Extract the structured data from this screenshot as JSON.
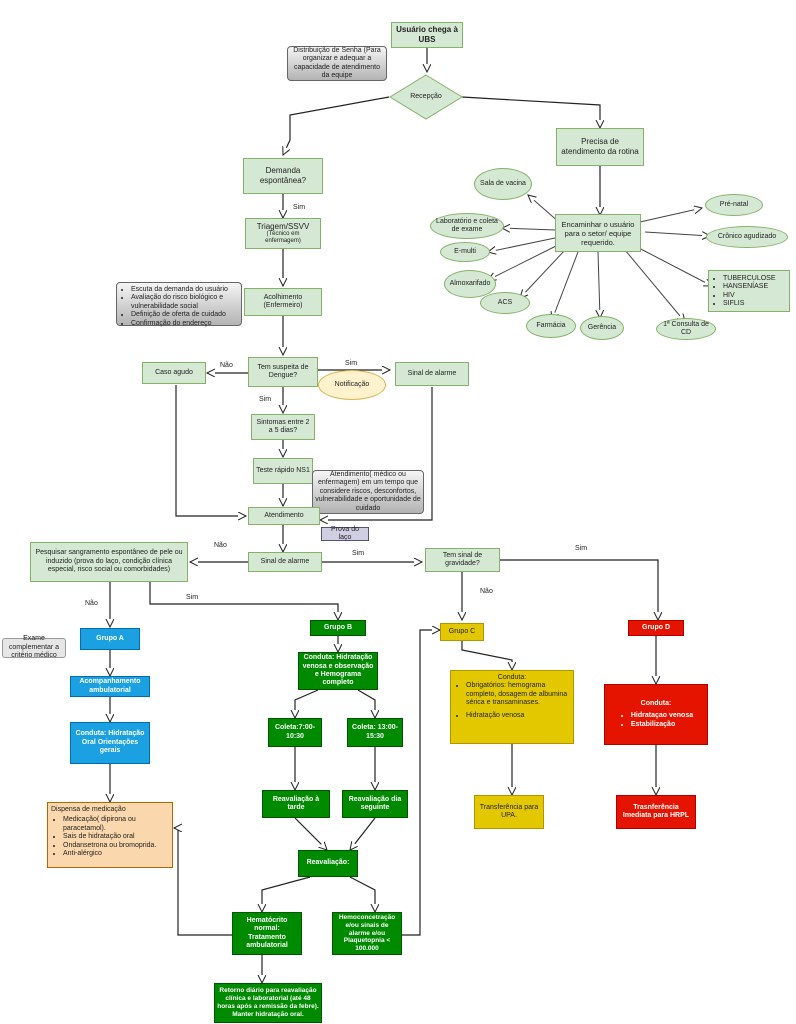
{
  "nodes": {
    "usuario": "Usuário chega à UBS",
    "senha": "Distribuição de Senha (Para organizar e adequar a capacidade de atendimento da equipe",
    "recepcao": "Recepção",
    "rotina": "Precisa de atendimento da rotina",
    "demanda": "Demanda espontânea?",
    "triagem_title": "Triagem/SSVV",
    "triagem_sub": "(Técnico em enfermagem)",
    "encaminhar": "Encaminhar o usuário para o setor/ equipe requerido.",
    "setores": {
      "sala_vacina": "Sala de vacina",
      "laboratorio": "Laboratório e coleta de exame",
      "emulti": "E-multi",
      "almoxarifado": "Almoxarifado",
      "acs": "ACS",
      "farmacia": "Farmácia",
      "gerencia": "Gerência",
      "consulta_cd": "1ª Consulta de CD",
      "prenatal": "Pré-natal",
      "cronico": "Crônico agudizado",
      "doencas": [
        "TUBERCULOSE",
        "HANSENÍASE",
        "HIV",
        "SIFLIS"
      ]
    },
    "acolhimento_box": [
      "Escuta da demanda do usuário",
      "Avaliação do risco biológico e vulnerabilidade social",
      "Definição de oferta de cuidado",
      "Confirmação do endereço"
    ],
    "acolhimento": "Acolhimento (Enfermeiro)",
    "dengue": "Tem suspeita de Dengue?",
    "caso_agudo": "Caso agudo",
    "notificacao": "Notificação",
    "sinal_alarme_top": "Sinal de alarme",
    "sintomas": "Sintomas entre 2 a 5 dias?",
    "teste_rapido": "Teste rápido NS1",
    "atendimento_box": "Atendimento( médico ou enfermagem) em um tempo que considere riscos, desconfortos, vulnerabilidade e oportunidade de cuidado",
    "atendimento": "Atendimento",
    "prova_laco": "Prova do laço",
    "pesquisar": "Pesquisar sangramento espontâneo de pele ou induzido (prova do laço, condição clínica especial, risco social ou comorbidades)",
    "sinal_alarme_mid": "Sinal de alarme",
    "gravidade": "Tem sinal de gravidade?",
    "exame_compl": "Exame complementar a critério médico",
    "grupo_a": "Grupo A",
    "grupo_b": "Grupo B",
    "grupo_c": "Grupo C",
    "grupo_d": "Grupo D",
    "acompanhamento": "Acompanhamento ambulatorial",
    "conduta_a": "Conduta: Hidratação Oral Orientações gerais",
    "conduta_b": "Conduta: Hidratação venosa e observação e Hemograma completo",
    "coleta1": "Coleta:7:00- 10:30",
    "coleta2": "Coleta: 13:00- 15:30",
    "reav_tarde": "Reavaliação à tarde",
    "reav_dia": "Reavaliação dia seguinte",
    "reavaliacao": "Reavaliação:",
    "hemato_normal": "Hematócrito normal: Tratamento ambulatorial",
    "hemoconc": "Hemoconcetração e/ou sinais de alarme e/ou Plaquetopnia < 100.000",
    "retorno": "Retorno diário para reavaliação clínica e laboratorial (até 48 horas após a remissão da febre). Manter hidratação oral.",
    "dispensa_title": "Dispensa de medicação",
    "dispensa_items": [
      "Medicação( dipirona ou paracetamol).",
      "Sais de hidratação oral",
      "Ondansetrona ou bromoprida.",
      "Anti-alérgico"
    ],
    "conduta_c_title": "Conduta:",
    "conduta_c_item1": "Obrigatórios: hemograma completo, dosagem de albumina sérica e transaminases.",
    "conduta_c_item2": "Hidratação venosa",
    "transferencia_upa": "Transferência para UPA.",
    "conduta_d_title": "Conduta:",
    "conduta_d_items": [
      "Hidrataçao venosa",
      "Estabilização"
    ],
    "transf_hrpl": "Trasnferência Imediata para HRPL"
  },
  "labels": {
    "sim": "Sim",
    "nao": "Não"
  }
}
